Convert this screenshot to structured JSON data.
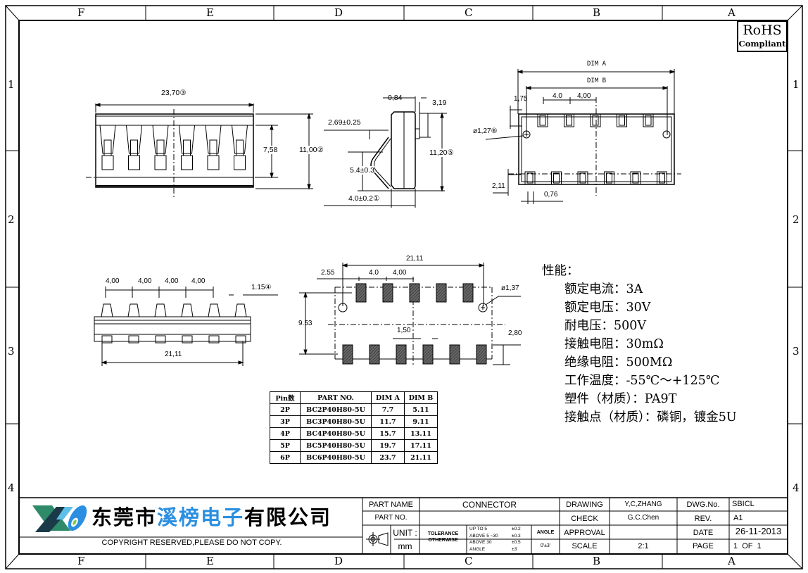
{
  "border": {
    "columns": [
      "F",
      "E",
      "D",
      "C",
      "B",
      "A"
    ],
    "rows": [
      "1",
      "2",
      "3",
      "4"
    ]
  },
  "rohs": {
    "line1": "RoHS",
    "line2": "Compliant"
  },
  "front_view": {
    "width_dim": "23,70③",
    "inner_height_dim": "7,58",
    "outer_height_dim": "11,00②"
  },
  "side_view": {
    "dim_top1": "0,84",
    "dim_top2": "3,19",
    "dim_lead": "2.69±0.25",
    "dim_mid": "5.4±0.3",
    "dim_bottom": "4.0±0.2①",
    "dim_height": "11,20⑤"
  },
  "bottom_view": {
    "dim_a": "DIM  A",
    "dim_b": "DIM  B",
    "dim_175": "1,75",
    "dim_40": "4.0",
    "dim_400": "4,00",
    "dim_hole": "ø1,27⑥",
    "dim_211": "2,11",
    "dim_076": "0,76"
  },
  "elevation_view": {
    "pitches": [
      "4,00",
      "4,00",
      "4,00",
      "4,00"
    ],
    "dim_pin": "1.15④",
    "dim_length": "21,11"
  },
  "footprint": {
    "dim_length": "21,11",
    "dim_255": "2.55",
    "dim_40": "4.0",
    "dim_400": "4,00",
    "dim_hole": "ø1,37",
    "dim_953": "9.53",
    "dim_150": "1,50",
    "dim_280": "2,80"
  },
  "specs": {
    "title": "性能：",
    "items": [
      "额定电流：3A",
      "额定电压：30V",
      "耐电压：500V",
      "接触电阻：30mΩ",
      "绝缘电阻：500MΩ",
      "工作温度：-55℃～+125℃",
      "塑件（材质）：PA9T",
      "接触点（材质）：磷铜，镀金5U"
    ]
  },
  "pin_table": {
    "headers": [
      "Pin数",
      "PART NO.",
      "DIM A",
      "DIM B"
    ],
    "rows": [
      [
        "2P",
        "BC2P40H80-5U",
        "7.7",
        "5.11"
      ],
      [
        "3P",
        "BC3P40H80-5U",
        "11.7",
        "9.11"
      ],
      [
        "4P",
        "BC4P40H80-5U",
        "15.7",
        "13.11"
      ],
      [
        "5P",
        "BC5P40H80-5U",
        "19.7",
        "17.11"
      ],
      [
        "6P",
        "BC6P40H80-5U",
        "23.7",
        "21.11"
      ]
    ]
  },
  "title_block": {
    "company_black1": "东莞市",
    "company_blue": "溪榜电子",
    "company_black2": "有限公司",
    "copyright": "COPYRIGHT RESERVED,PLEASE DO NOT COPY.",
    "part_name_label": "PART NAME",
    "part_name": "CONNECTOR",
    "part_no_label": "PART NO.",
    "part_no": "",
    "unit_label": "UNIT :",
    "unit": "mm",
    "tolerance_label1": "TOLERANCE",
    "tolerance_label2": "OTHERWISE",
    "tol_rows": [
      [
        "UP TO 5",
        "±0.2"
      ],
      [
        "ABOVE 5 ~30",
        "±0.3"
      ],
      [
        "ABOVE 30",
        "±0.5"
      ],
      [
        "ANGLE",
        "±3'"
      ]
    ],
    "angle_label": "ANGLE",
    "angle_value": "0'±3'",
    "drawing_label": "DRAWING",
    "drawing": "Y,C,ZHANG",
    "check_label": "CHECK",
    "check": "G.C.Chen",
    "approval_label": "APPROVAL",
    "approval": "",
    "scale_label": "SCALE",
    "scale": "2:1",
    "dwg_no_label": "DWG.No.",
    "dwg_no": "SBICL",
    "rev_label": "REV.",
    "rev": "A1",
    "date_label": "DATE",
    "date": "26-11-2013",
    "page_label": "PAGE",
    "page": "1  OF  1"
  },
  "colors": {
    "brand_blue": "#2a8fe0",
    "logo_green": "#2f8a6a",
    "pad_fill": "#555555"
  }
}
